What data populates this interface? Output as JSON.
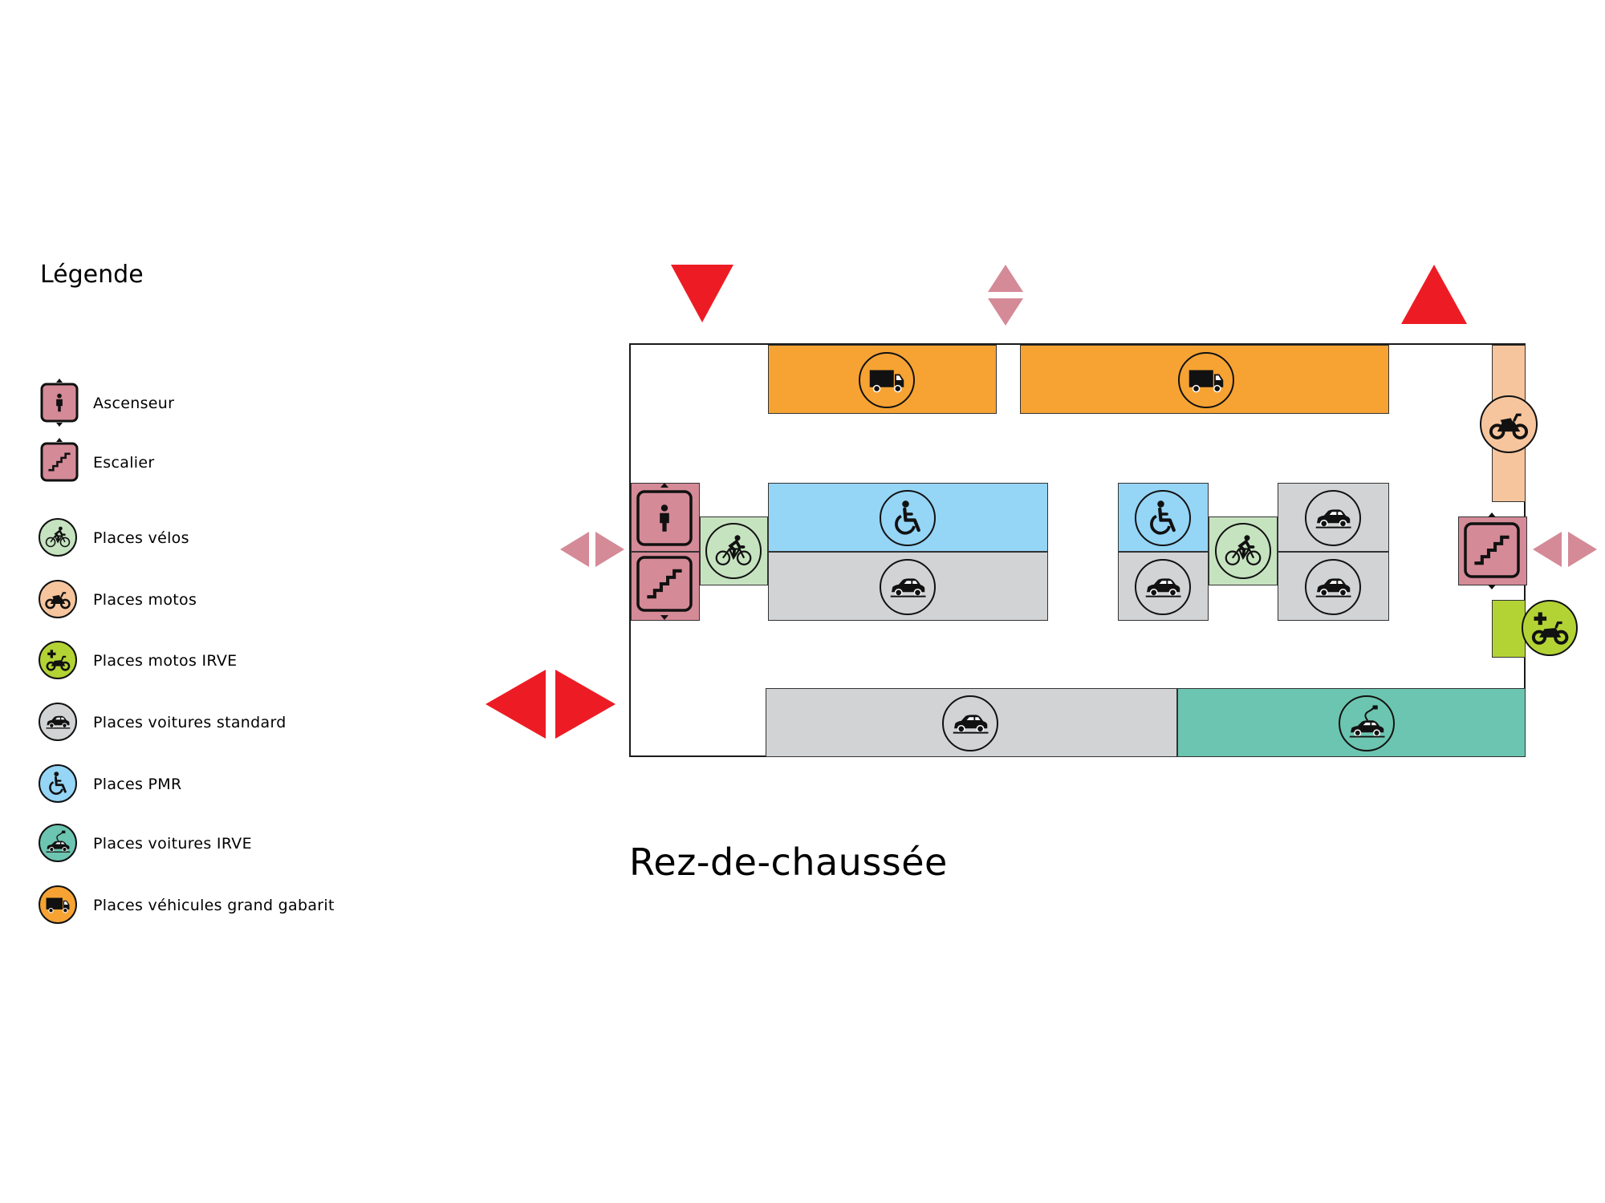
{
  "legend": {
    "title": "Légende",
    "items": [
      {
        "icon": "elevator-icon",
        "label": "Ascenseur",
        "color": "#d48a97"
      },
      {
        "icon": "stairs-icon",
        "label": "Escalier",
        "color": "#d48a97"
      },
      {
        "icon": "bicycle-icon",
        "label": "Places vélos",
        "color": "#c6e3c0"
      },
      {
        "icon": "motorcycle-icon",
        "label": "Places motos",
        "color": "#f6c59d"
      },
      {
        "icon": "motorcycle-charging-icon",
        "label": "Places motos IRVE",
        "color": "#b3d335"
      },
      {
        "icon": "car-icon",
        "label": "Places voitures standard",
        "color": "#d1d3d4"
      },
      {
        "icon": "wheelchair-icon",
        "label": "Places PMR",
        "color": "#95d5f6"
      },
      {
        "icon": "ev-car-icon",
        "label": "Places voitures IRVE",
        "color": "#6cc5b0"
      },
      {
        "icon": "truck-icon",
        "label": "Places véhicules grand gabarit",
        "color": "#f6a334"
      }
    ]
  },
  "plan": {
    "title": "Rez-de-chaussée",
    "colors": {
      "entrance_arrow": "#ed1c24",
      "pedestrian_arrow": "#d48a97",
      "truck_zone": "#f6a334",
      "pmr_zone": "#95d5f6",
      "car_zone": "#d1d3d4",
      "bike_zone": "#c6e3c0",
      "moto_zone": "#f6c59d",
      "moto_irve_zone": "#b3d335",
      "ev_zone": "#6cc5b0",
      "circulation_zone": "#d48a97"
    }
  }
}
